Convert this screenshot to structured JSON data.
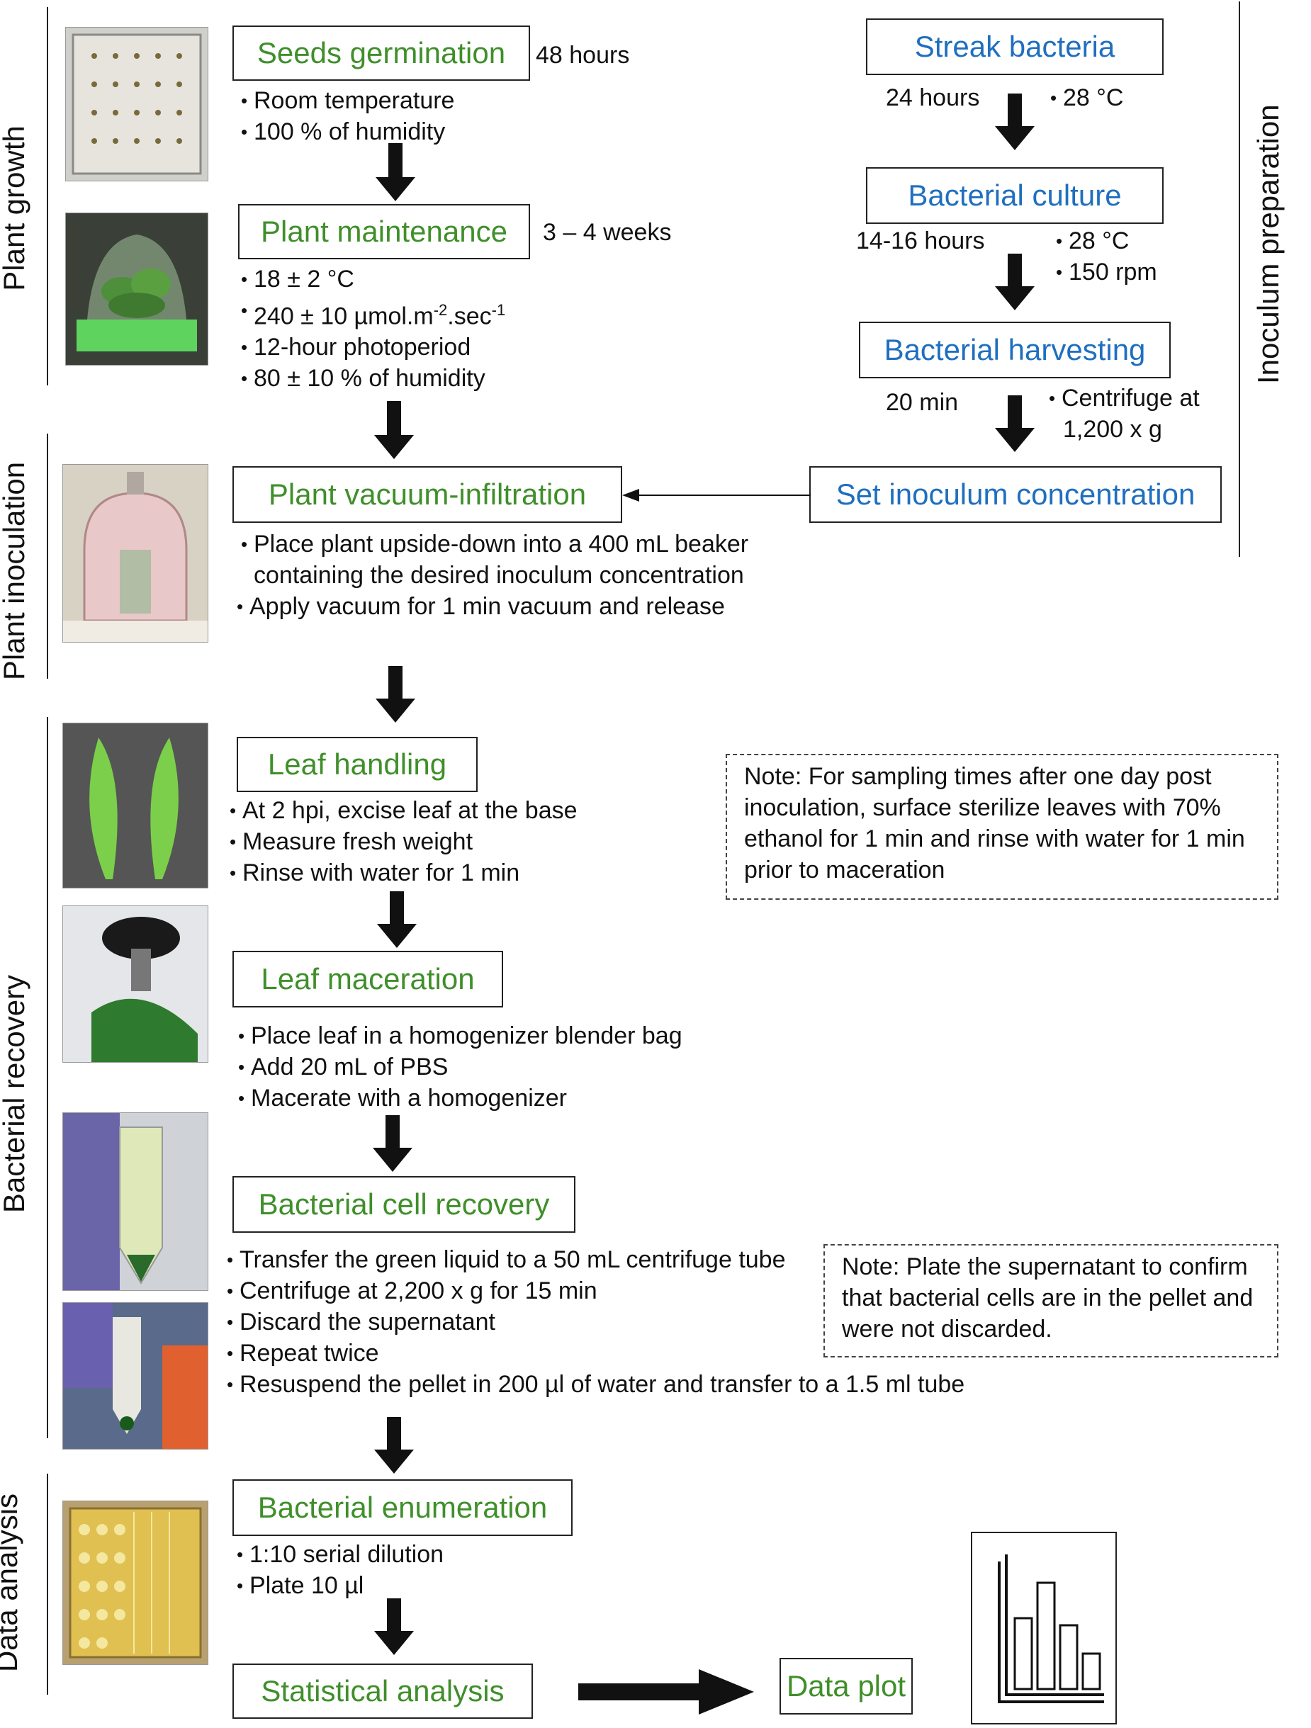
{
  "sections": {
    "plant_growth": "Plant growth",
    "plant_inoculation": "Plant inoculation",
    "bacterial_recovery": "Bacterial recovery",
    "data_analysis": "Data analysis",
    "inoculum_preparation": "Inoculum preparation"
  },
  "steps": {
    "seeds_germination": {
      "title": "Seeds germination",
      "duration": "48 hours",
      "bullets": [
        "Room temperature",
        "100 % of humidity"
      ]
    },
    "plant_maintenance": {
      "title": "Plant maintenance",
      "duration": "3 – 4 weeks",
      "bullets": [
        "18 ± 2 °C",
        "12-hour photoperiod",
        "80 ± 10 % of humidity"
      ],
      "light_prefix": "240 ± 10 µmol.m",
      "light_exp1": "-2",
      "light_mid": ".sec",
      "light_exp2": "-1"
    },
    "streak_bacteria": {
      "title": "Streak bacteria",
      "duration": "24 hours",
      "conditions": [
        "28 °C"
      ]
    },
    "bacterial_culture": {
      "title": "Bacterial culture",
      "duration": "14-16 hours",
      "conditions": [
        "28 °C",
        "150 rpm"
      ]
    },
    "bacterial_harvesting": {
      "title": "Bacterial harvesting",
      "duration": "20 min",
      "condition_line1": "Centrifuge at",
      "condition_line2": "1,200 x g"
    },
    "set_inoculum": {
      "title": "Set inoculum concentration"
    },
    "vacuum_infiltration": {
      "title": "Plant vacuum-infiltration",
      "bullet1_line1": "Place plant upside-down into a 400 mL beaker",
      "bullet1_line2": "containing the desired inoculum concentration",
      "bullet2": "Apply vacuum for 1 min vacuum and release"
    },
    "leaf_handling": {
      "title": "Leaf  handling",
      "bullets": [
        "At 2 hpi, excise leaf at the base",
        "Measure fresh weight",
        "Rinse with water for 1 min"
      ]
    },
    "leaf_maceration": {
      "title": "Leaf maceration",
      "bullets": [
        "Place leaf in a homogenizer blender bag",
        "Add 20 mL of PBS",
        "Macerate with a homogenizer"
      ]
    },
    "cell_recovery": {
      "title": "Bacterial cell recovery",
      "bullets": [
        "Transfer the green liquid to a 50 mL centrifuge tube",
        "Centrifuge at 2,200 x g for 15 min",
        "Discard the supernatant",
        "Repeat twice",
        "Resuspend the pellet in 200 µl of water and transfer to a 1.5 ml tube"
      ]
    },
    "enumeration": {
      "title": "Bacterial enumeration",
      "bullets": [
        "1:10 serial dilution",
        "Plate 10 µl"
      ]
    },
    "statistical_analysis": {
      "title": "Statistical analysis"
    },
    "data_plot": {
      "title": "Data plot"
    }
  },
  "notes": {
    "note1": [
      "Note: For sampling times after one day post",
      "inoculation, surface sterilize leaves with 70%",
      "ethanol for 1 min and rinse with water for 1 min",
      "prior to maceration"
    ],
    "note2": [
      "Note: Plate the supernatant to confirm",
      "that bacterial cells are in the pellet and",
      "were not discarded."
    ]
  },
  "colors": {
    "step_title_green": "#3f8f2a",
    "step_title_blue": "#1f6fbf"
  },
  "icons": [
    "bar-chart-icon"
  ]
}
